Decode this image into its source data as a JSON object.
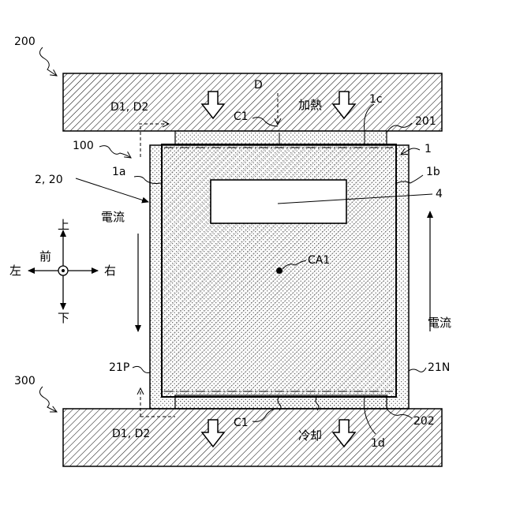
{
  "labels": {
    "ref_200": "200",
    "ref_300": "300",
    "ref_100": "100",
    "ref_1": "1",
    "ref_1a": "1a",
    "ref_1b": "1b",
    "ref_1c": "1c",
    "ref_1d": "1d",
    "ref_2_20": "2, 20",
    "ref_4": "4",
    "ref_201": "201",
    "ref_202": "202",
    "ref_21P": "21P",
    "ref_21N": "21N",
    "ref_CA1": "CA1",
    "ref_C1_top": "C1",
    "ref_C1_bottom": "C1",
    "ref_D": "D",
    "ref_D1D2_top": "D1, D2",
    "ref_D1D2_bottom": "D1, D2",
    "heating": "加熱",
    "cooling": "冷却",
    "current_left": "電流",
    "current_right": "電流"
  },
  "compass": {
    "up": "上",
    "down": "下",
    "left": "左",
    "right": "右",
    "front": "前"
  },
  "colors": {
    "line": "#000000",
    "background": "#ffffff"
  }
}
